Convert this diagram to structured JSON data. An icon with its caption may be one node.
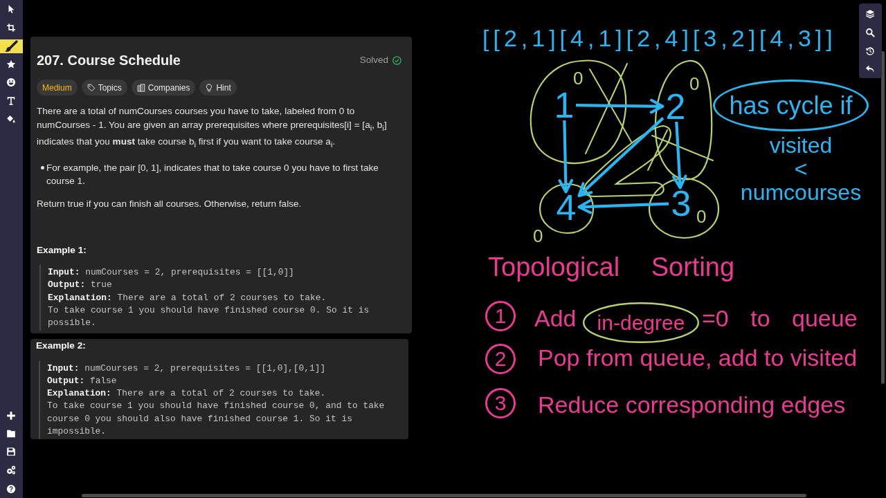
{
  "diagram": {
    "nodes": [
      {
        "text": [
          "207. Course Schedule",
          "Solved",
          "There are a total of numCourses courses you have to take, labeled from 0 to numCourses - 1. You are given an array prerequisites where prerequisites[i] = [a$_{i}$, b$_{i}$] indicates that you **must** take course b$_{i}$ first if you want to take course a$_{i}$.",
          "For example, the pair [0, 1], indicates that to take course 0 you have to first take course 1.",
          "Return true if you can finish all courses. Otherwise, return false.",
          "Example 1:",
          "**Input:** numCourses = 2, prerequisites = [[1,0]]",
          "**Output:** true",
          "**Explanation:** There are a total of 2 courses to take.",
          "To take course 1 you should have finished course 0. So it is possible."
        ]
      },
      {
        "text": [
          "Medium"
        ],
        "in": 0
      },
      {
        "text": [
          "Topics"
        ],
        "in": 0
      },
      {
        "text": [
          "Companies"
        ],
        "in": 0
      },
      {
        "text": [
          "Hint"
        ],
        "in": 0
      },
      {
        "text": [
          "Example 2:",
          "**Input:** numCourses = 2, prerequisites = [[1,0],[0,1]]",
          "**Output:** false",
          "**Explanation:** There are a total of 2 courses to take.",
          "To take course 1 you should have finished course 0, and to take course 0 you should also have finished course 1. So it is impossible."
        ]
      },
      {
        "text": [
          "1"
        ],
        "beside": [
          "0"
        ]
      },
      {
        "text": [
          "2"
        ],
        "beside": [
          "0"
        ]
      },
      {
        "text": [
          "4"
        ],
        "beside": [
          "0"
        ]
      },
      {
        "text": [
          "3"
        ],
        "beside": [
          "0"
        ]
      },
      {
        "text": [
          "has cycle if"
        ],
        "beside": [
          "visited < numcourses"
        ]
      },
      {
        "text": [
          "1"
        ]
      },
      {
        "text": [
          "in-degree"
        ],
        "beside": [
          "=0 to queue"
        ]
      },
      {
        "text": [
          "2"
        ]
      },
      {
        "text": [
          "3"
        ]
      }
    ],
    "edges": [
      {
        "from": 6,
        "to": 7,
        "arrow": "to"
      },
      {
        "from": 6,
        "to": 8,
        "arrow": "to"
      },
      {
        "from": 7,
        "to": 9,
        "arrow": "to"
      },
      {
        "from": 7,
        "to": 8,
        "arrow": "to"
      },
      {
        "from": 9,
        "to": 8,
        "arrow": "to"
      }
    ],
    "labels": [
      "[[2,1][4,1][2,4][3,2][4,3]]",
      "Topological Sorting",
      "Add",
      "Pop from queue, add to visited",
      "Reduce corresponding edges"
    ]
  }
}
